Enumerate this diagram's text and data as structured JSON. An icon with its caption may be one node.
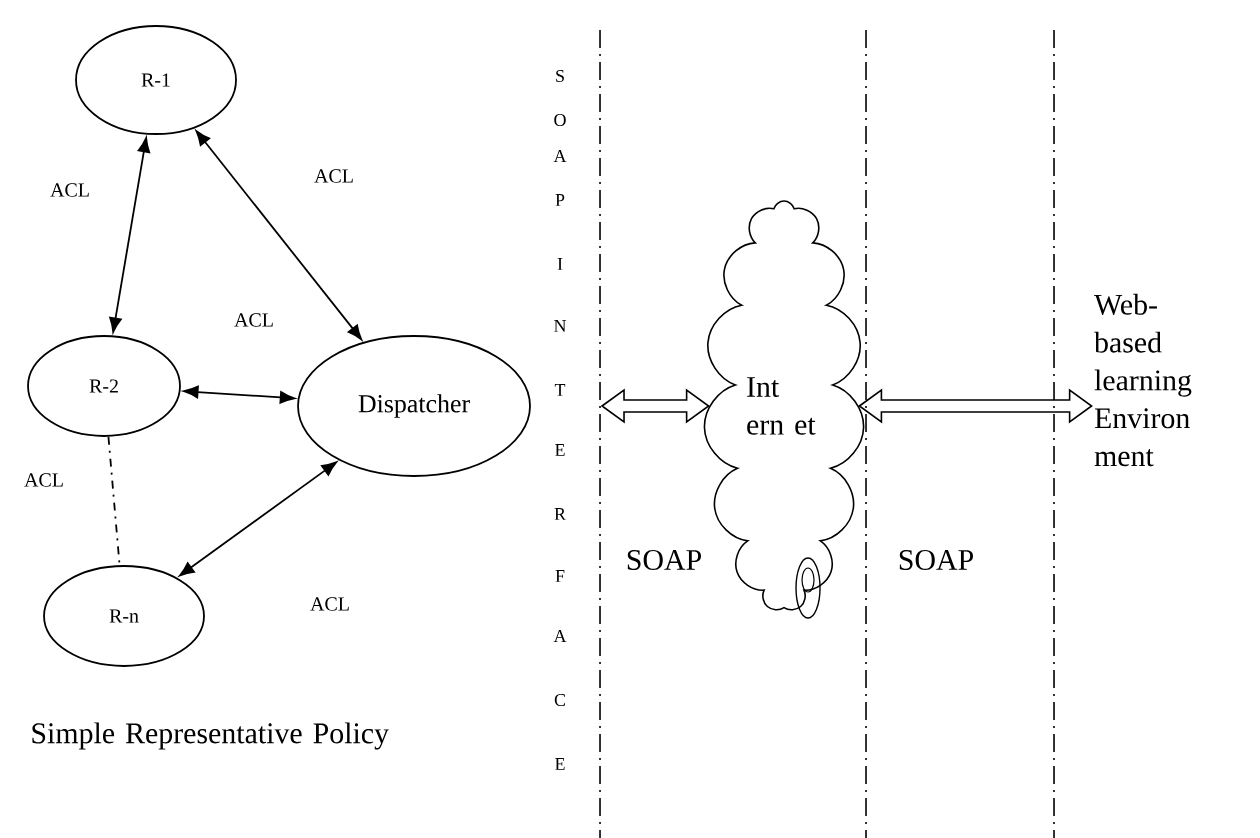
{
  "diagram": {
    "nodes": [
      {
        "text": [
          "R-1"
        ]
      },
      {
        "text": [
          "R-2"
        ]
      },
      {
        "text": [
          "Dispatcher"
        ]
      },
      {
        "text": [
          "R-n"
        ]
      },
      {
        "text": [
          "Int ern et"
        ]
      },
      {
        "text": [
          "Web- based learning Environ ment"
        ]
      }
    ],
    "edges": [
      {
        "from": 0,
        "to": 1,
        "arrow": "both",
        "label": "ACL"
      },
      {
        "from": 0,
        "to": 2,
        "arrow": "both",
        "label": "ACL"
      },
      {
        "from": 1,
        "to": 2,
        "arrow": "both",
        "label": "ACL"
      },
      {
        "from": 1,
        "to": 3,
        "arrow": "none",
        "label": "ACL",
        "style": "dashed"
      },
      {
        "from": 3,
        "to": 2,
        "arrow": "both",
        "label": "ACL"
      },
      {
        "from": null,
        "to": 4,
        "arrow": "both",
        "style": "thick"
      },
      {
        "from": 4,
        "to": 5,
        "arrow": "both",
        "style": "thick"
      }
    ],
    "labels": [
      "S",
      "O",
      "A",
      "P",
      "I",
      "N",
      "T",
      "E",
      "R",
      "F",
      "A",
      "C",
      "E",
      "SOAP",
      "SOAP",
      "Simple Representative Policy"
    ]
  }
}
